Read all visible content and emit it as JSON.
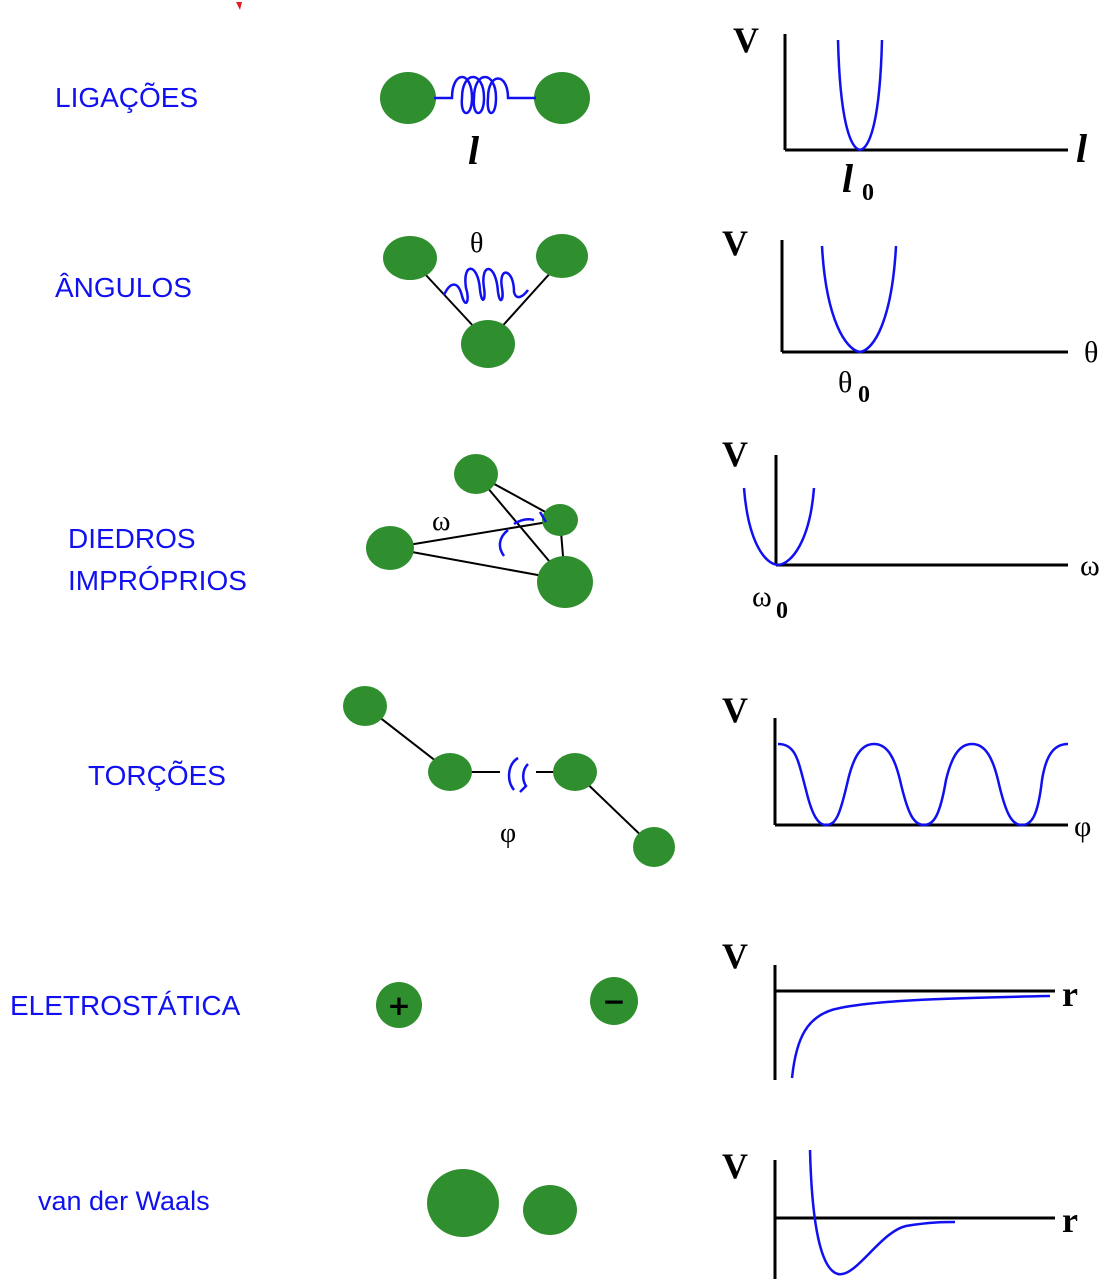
{
  "terms": {
    "bonds": {
      "label": "LIGAÇÕES",
      "symbol": "l",
      "eq_symbol": "l",
      "eq_sub": "0",
      "axis_v": "V",
      "axis_x": "l"
    },
    "angles": {
      "label": "ÂNGULOS",
      "symbol": "θ",
      "eq_symbol": "θ",
      "eq_sub": "0",
      "axis_v": "V",
      "axis_x": "θ"
    },
    "impropers": {
      "label_line1": "DIEDROS",
      "label_line2": "IMPRÓPRIOS",
      "symbol": "ω",
      "eq_symbol": "ω",
      "eq_sub": "0",
      "axis_v": "V",
      "axis_x": "ω"
    },
    "torsions": {
      "label": "TORÇÕES",
      "symbol": "φ",
      "axis_v": "V",
      "axis_x": "φ"
    },
    "electrostatic": {
      "label": "ELETROSTÁTICA",
      "plus": "+",
      "minus": "−",
      "axis_v": "V",
      "axis_x": "r"
    },
    "vdw": {
      "label": "van der Waals",
      "axis_v": "V",
      "axis_x": "r"
    }
  },
  "colors": {
    "label_blue": "#1010f0",
    "atom_green": "#2f8f2f",
    "curve_blue": "#1010f0",
    "axis_black": "#000000"
  }
}
